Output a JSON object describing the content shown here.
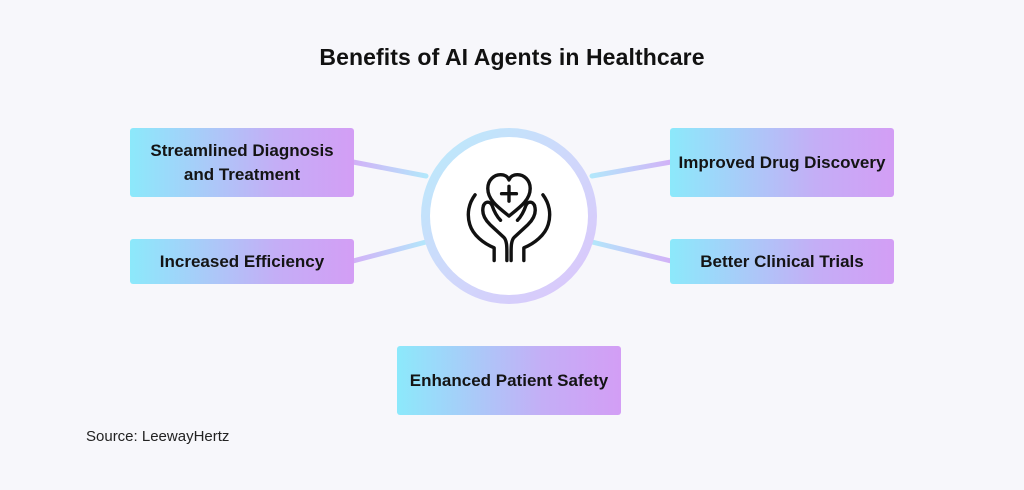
{
  "title": "Benefits of AI Agents in Healthcare",
  "hub": {
    "icon": "hands-holding-heart-plus-icon"
  },
  "benefits": [
    "Streamlined Diagnosis and Treatment",
    "Increased Efficiency",
    "Improved Drug Discovery",
    "Better Clinical Trials",
    "Enhanced Patient Safety"
  ],
  "source": "Source: LeewayHertz",
  "colors": {
    "background": "#f7f7fb",
    "box_gradient_start": "#8ce9fb",
    "box_gradient_end": "#d39ef5",
    "ring_start": "#b8ecfb",
    "ring_end": "#dcc4fb",
    "text": "#111111"
  }
}
